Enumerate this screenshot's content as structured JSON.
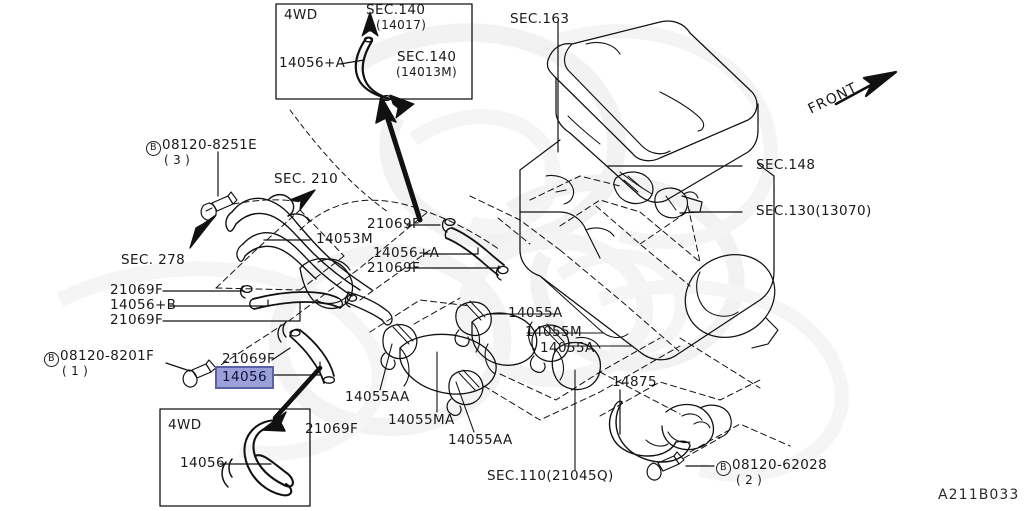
{
  "diagram": {
    "drawing_number": "A211B033",
    "front_indicator": "FRONT",
    "highlight_color": "#9aa0d8",
    "highlight_border_color": "#5a5fa8"
  },
  "insets": [
    {
      "title": "4WD",
      "labels": [
        "14056+A",
        "SEC.140",
        "(14017)",
        "SEC.140",
        "(14013M)"
      ]
    },
    {
      "title": "4WD",
      "labels": [
        "14056"
      ]
    }
  ],
  "inset_top": {
    "title": "4WD",
    "part": "14056+A",
    "sec_upper": "SEC.140",
    "sec_upper_sub": "(14017)",
    "sec_lower": "SEC.140",
    "sec_lower_sub": "(14013M)"
  },
  "inset_bottom": {
    "title": "4WD",
    "part": "14056"
  },
  "labels": {
    "bolt_8251e": "08120-8251E",
    "bolt_8251e_qty": "( 3 )",
    "bolt_8201f": "08120-8201F",
    "bolt_8201f_qty": "( 1 )",
    "bolt_62028": "08120-62028",
    "bolt_62028_qty": "( 2 )",
    "sec_210": "SEC. 210",
    "sec_278": "SEC. 278",
    "sec_163": "SEC.163",
    "sec_148": "SEC.148",
    "sec_130": "SEC.130(13070)",
    "sec_110": "SEC.110(21045Q)",
    "p_14053m": "14053M",
    "p_21069f_a": "21069F",
    "p_14056a": "14056+A",
    "p_21069f_b": "21069F",
    "p_21069f_c": "21069F",
    "p_14056b": "14056+B",
    "p_21069f_d": "21069F",
    "p_21069f_e": "21069F",
    "p_14056_highlight": "14056",
    "p_21069f_f": "21069F",
    "p_14055a_1": "14055A",
    "p_14055m": "14055M",
    "p_14055a_2": "14055A",
    "p_14055aa_1": "14055AA",
    "p_14055ma": "14055MA",
    "p_14055aa_2": "14055AA",
    "p_14875": "14875",
    "b_mark": "B"
  }
}
